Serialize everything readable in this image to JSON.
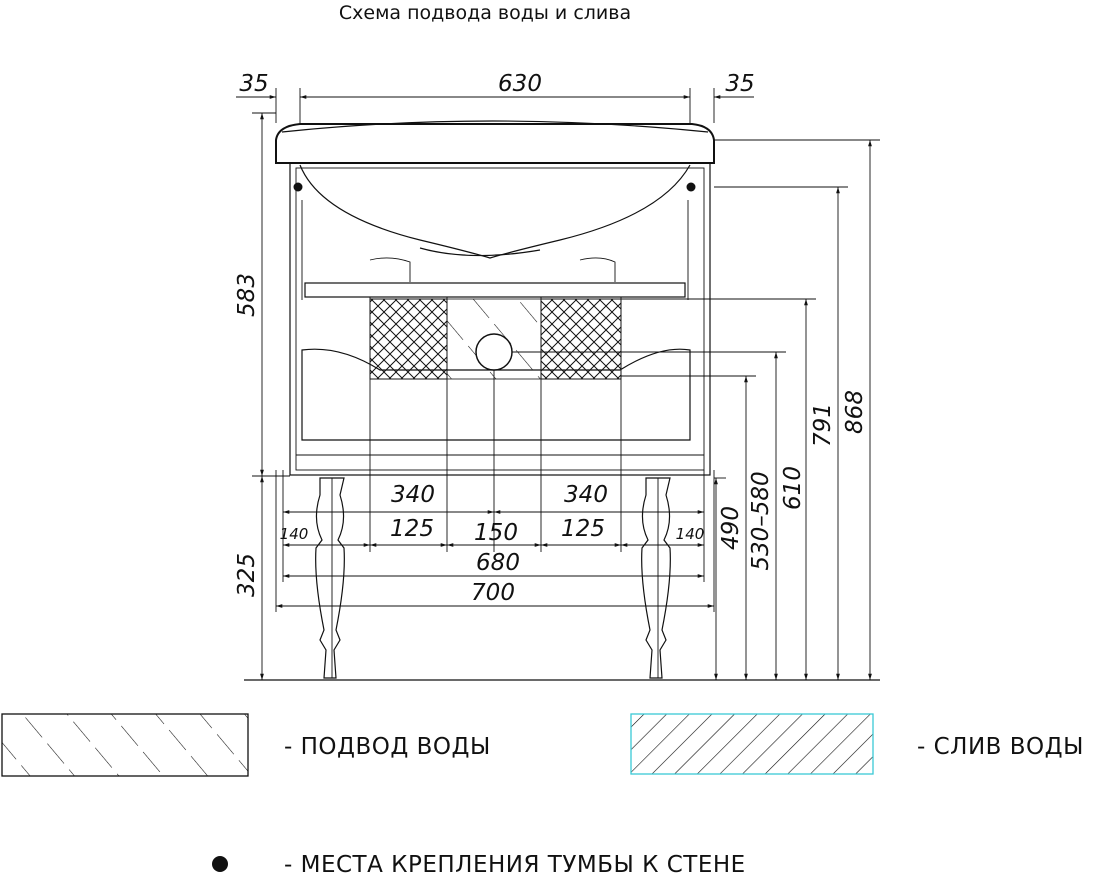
{
  "title": "Схема подвода воды и слива",
  "dimensions": {
    "top_left_margin": "35",
    "top_width": "630",
    "top_right_margin": "35",
    "left_upper_height": "583",
    "left_lower_height": "325",
    "left_supply_width": "340",
    "right_supply_width": "340",
    "edge_left": "140",
    "left_offset": "125",
    "center_gap": "150",
    "right_offset": "125",
    "edge_right": "140",
    "inner_width": "680",
    "total_width": "700",
    "h_490": "490",
    "h_530_580": "530–580",
    "h_610": "610",
    "h_791": "791",
    "h_868": "868"
  },
  "legend": {
    "water_supply": "- ПОДВОД  ВОДЫ",
    "drain": "- СЛИВ  ВОДЫ",
    "mounting": "- МЕСТА  КРЕПЛЕНИЯ  ТУМБЫ  К  СТЕНЕ"
  }
}
